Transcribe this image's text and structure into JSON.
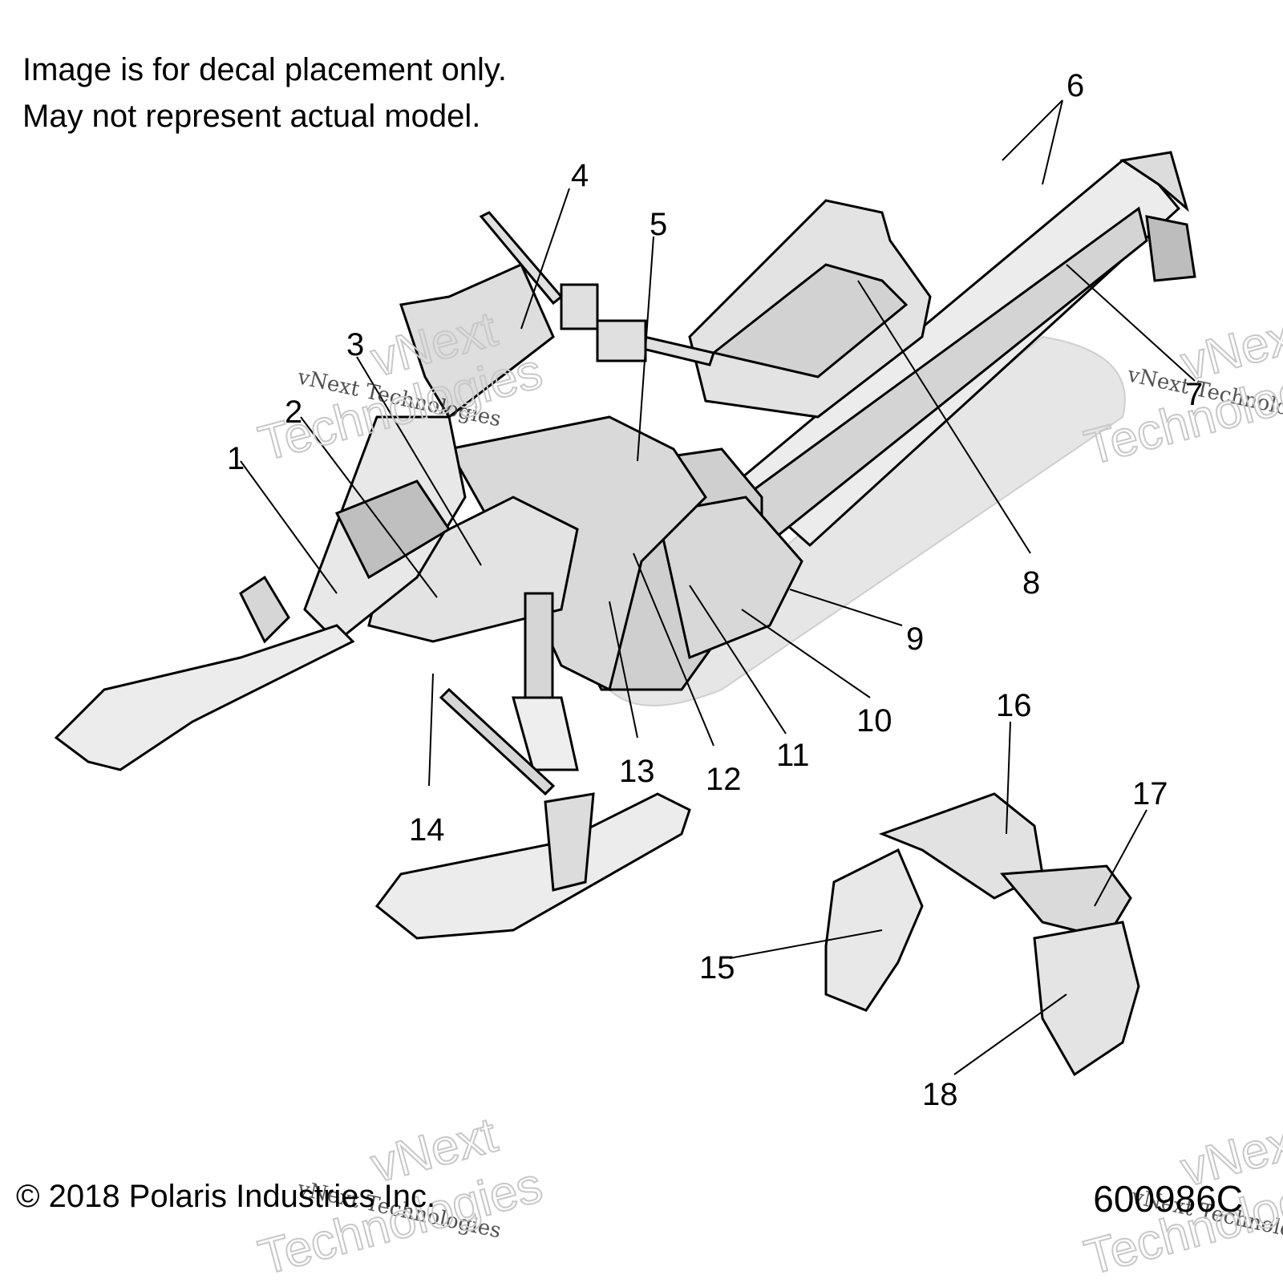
{
  "notes": {
    "line1": "Image is for decal placement only.",
    "line2": "May not represent actual model."
  },
  "footer": {
    "copyright": "© 2018 Polaris Industries Inc.",
    "drawing_number": "600986C"
  },
  "watermarks": {
    "small": "vNext Technologies",
    "big_top": "vNext",
    "big_bottom": "Technologies"
  },
  "callouts": [
    "1",
    "2",
    "3",
    "4",
    "5",
    "6",
    "7",
    "8",
    "9",
    "10",
    "11",
    "12",
    "13",
    "14",
    "15",
    "16",
    "17",
    "18"
  ],
  "colors": {
    "line": "#000000",
    "panel_fill": "#d9d9d9",
    "panel_fill_light": "#ececec",
    "shadow": "#e2e2e2"
  }
}
